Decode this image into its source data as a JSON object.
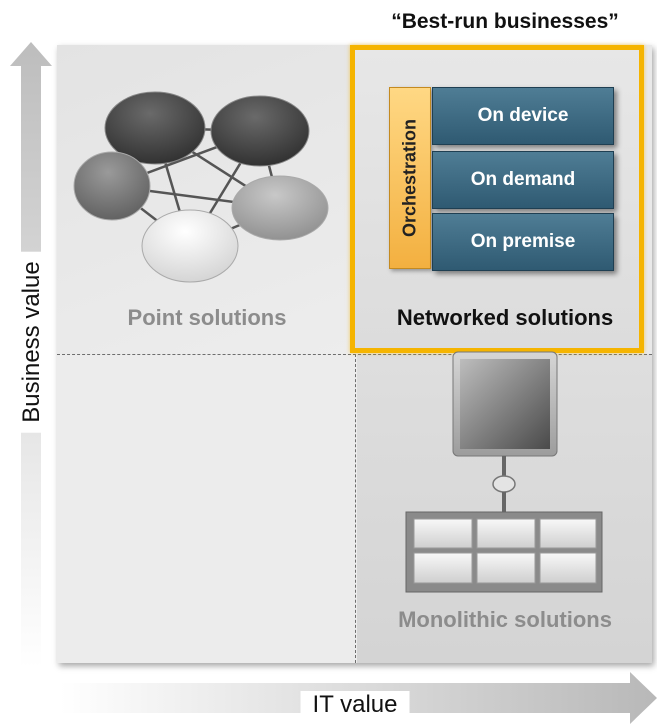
{
  "top_label": "“Best-run businesses”",
  "quadrants": {
    "top_left": {
      "label": "Point solutions"
    },
    "top_right": {
      "label": "Networked solutions",
      "orchestration": "Orchestration",
      "boxes": [
        "On device",
        "On demand",
        "On premise"
      ]
    },
    "bottom_right": {
      "label": "Monolithic solutions"
    }
  },
  "axes": {
    "y_label": "Business value",
    "x_label": "IT value"
  },
  "colors": {
    "highlight": "#f5b400",
    "solution_box": "#3b6780",
    "orchestration": "#f7c15a",
    "muted_text": "#8c8c8c"
  }
}
